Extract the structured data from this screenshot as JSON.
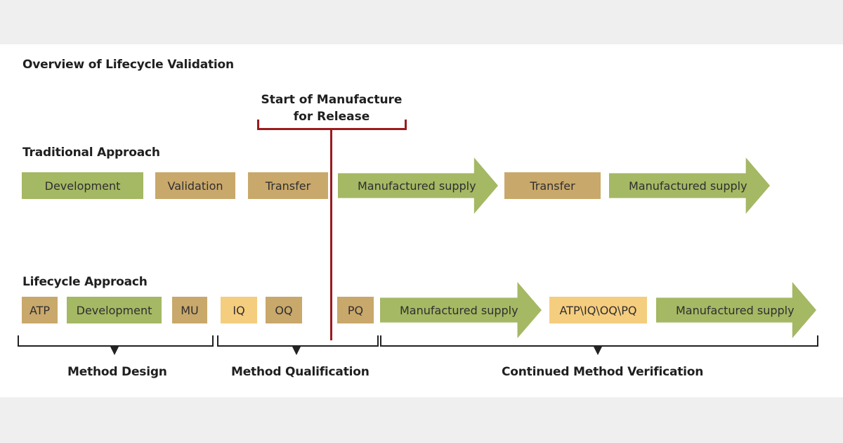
{
  "title": "Overview of Lifecycle Validation",
  "marker": {
    "line1": "Start of Manufacture",
    "line2": "for Release"
  },
  "traditional": {
    "label": "Traditional Approach",
    "items": [
      "Development",
      "Validation",
      "Transfer",
      "Manufactured supply",
      "Transfer",
      "Manufactured supply"
    ]
  },
  "lifecycle": {
    "label": "Lifecycle Approach",
    "items": [
      "ATP",
      "Development",
      "MU",
      "IQ",
      "OQ",
      "PQ",
      "Manufactured supply",
      "ATP\\IQ\\OQ\\PQ",
      "Manufactured supply"
    ]
  },
  "phases": [
    "Method Design",
    "Method Qualification",
    "Continued Method Verification"
  ],
  "colors": {
    "green": "#a5b864",
    "tan": "#c9a86b",
    "yellow": "#f5cd7f",
    "marker_line": "#9b1b1e"
  }
}
